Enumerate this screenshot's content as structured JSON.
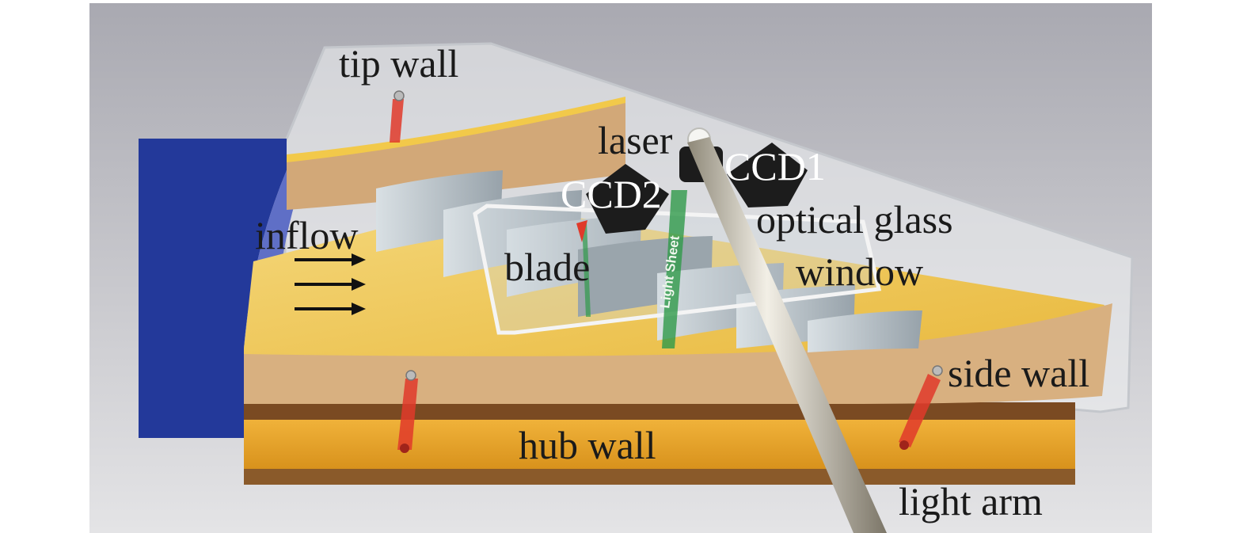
{
  "labels": {
    "tip_wall": "tip wall",
    "laser": "laser",
    "ccd1": "CCD1",
    "ccd2": "CCD2",
    "inflow": "inflow",
    "optical_glass": "optical glass",
    "window": "window",
    "blade": "blade",
    "side_wall": "side wall",
    "hub_wall": "hub wall",
    "light_arm": "light arm",
    "light_sheet": "Light Sheet"
  },
  "colors": {
    "background": "#cfd0d4",
    "inlet_block": "#23399a",
    "hub_wall": "#e6a62a",
    "hub_wall_band": "#7a4a22",
    "side_wall": "#d8b080",
    "floor": "#f0c85a",
    "blade": "#b9c2c8",
    "camera": "#1c1c1c",
    "light_arm": "#a9a294",
    "light_sheet": "#2f9a4a",
    "pressure_tap": "#e03a2a"
  }
}
